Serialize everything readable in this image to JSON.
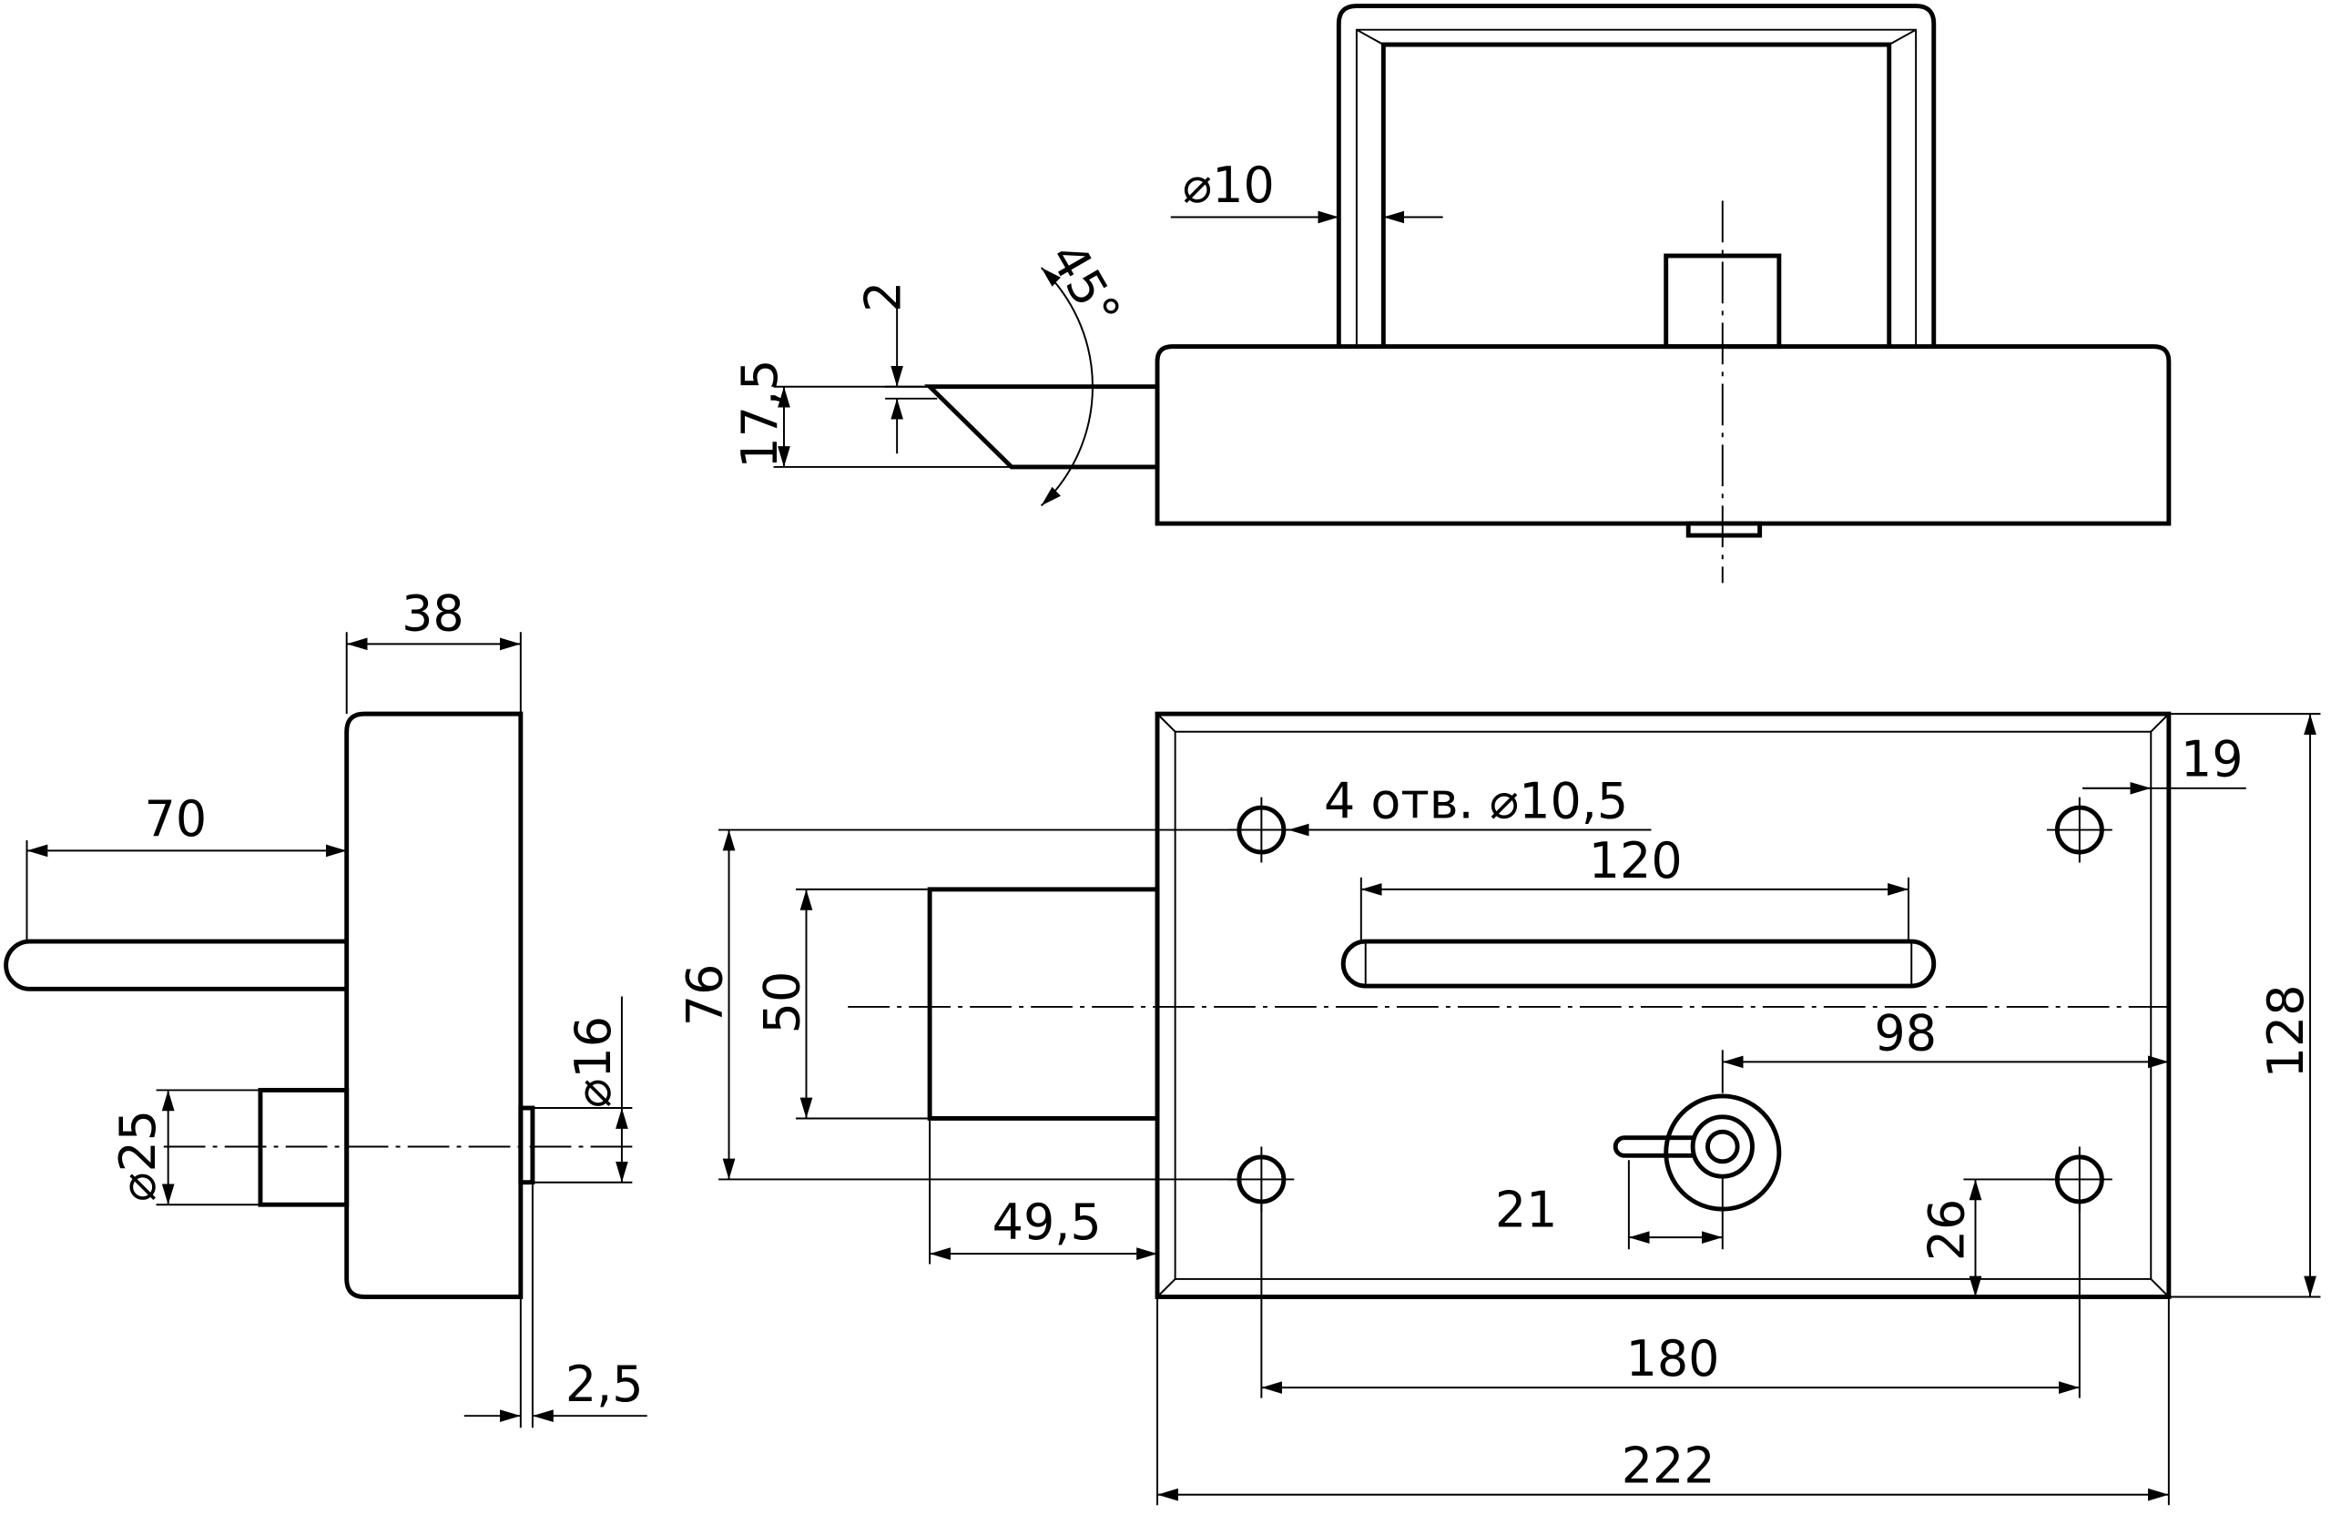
{
  "dimensions": {
    "d10": "⌀10",
    "a45": "45°",
    "d2": "2",
    "d17_5": "17,5",
    "d38": "38",
    "d70": "70",
    "d25": "⌀25",
    "d16": "⌀16",
    "d2_5": "2,5",
    "holes": "4 отв. ⌀10,5",
    "d120": "120",
    "d76": "76",
    "d50": "50",
    "d98": "98",
    "d49_5": "49,5",
    "d21": "21",
    "d26": "26",
    "d19": "19",
    "d128": "128",
    "d180": "180",
    "d222": "222"
  }
}
